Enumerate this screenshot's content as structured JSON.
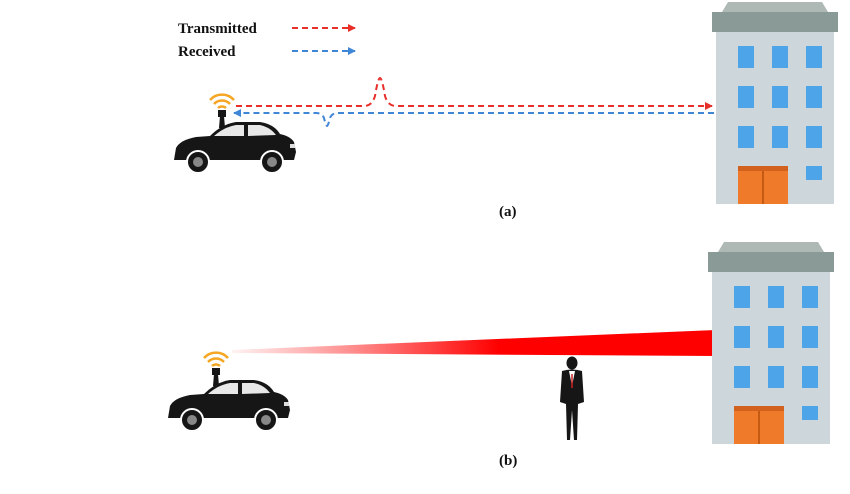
{
  "legend": {
    "transmitted_label": "Transmitted",
    "received_label": "Received"
  },
  "panels": [
    {
      "label": "(a)"
    },
    {
      "label": "(b)"
    }
  ],
  "colors": {
    "transmitted": "#e8302a",
    "received": "#3f86d6",
    "wifi": "#f5a623",
    "car": "#161616",
    "building_wall": "#ccd6db",
    "building_roof": "#8a9a97",
    "window": "#4ea4e8",
    "door": "#ee7a2a",
    "beam": "#ff0000"
  },
  "icons": [
    "car-icon",
    "wifi-signal-icon",
    "building-icon",
    "pedestrian-icon",
    "pulse-icon"
  ]
}
